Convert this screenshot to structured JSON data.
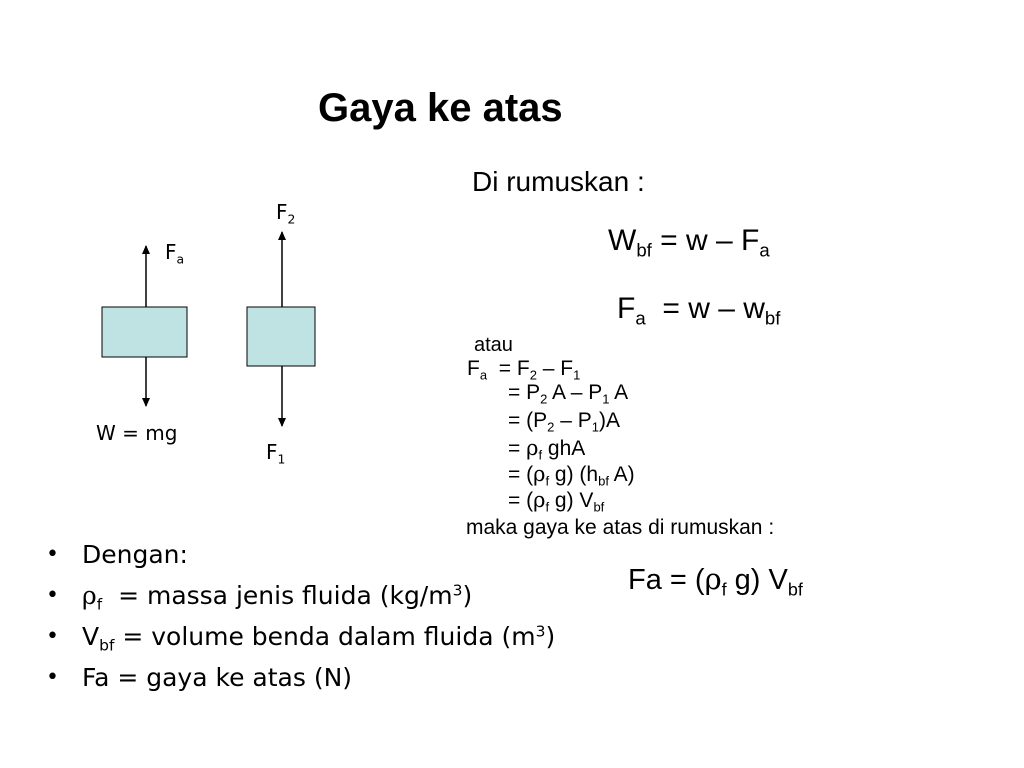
{
  "title": "Gaya ke atas",
  "dirumuskan": "Di rumuskan :",
  "diagram": {
    "label_fa": {
      "main": "F",
      "sub": "a"
    },
    "label_w": "W = mg",
    "label_f2": {
      "main": "F",
      "sub": "2"
    },
    "label_f1": {
      "main": "F",
      "sub": "1"
    },
    "box_color": "#bfe2e3"
  },
  "eq1": {
    "w": "W",
    "w_sub": "bf",
    "rest": " = w – F",
    "rest_sub": "a"
  },
  "eq2": {
    "f": "F",
    "f_sub": "a",
    "rest": "  = w – w",
    "rest_sub": "bf"
  },
  "atau": "atau",
  "derivation": {
    "l1": {
      "a": "F",
      "a_sub": "a",
      "b": "  = F",
      "b_sub": "2",
      "c": " – F",
      "c_sub": "1"
    },
    "l2": {
      "a": "= P",
      "a_sub": "2",
      "b": " A – P",
      "b_sub": "1",
      "c": " A"
    },
    "l3": {
      "a": "= (P",
      "a_sub": "2",
      "b": " – P",
      "b_sub": "1",
      "c": ")A"
    },
    "l4": {
      "a": "= ",
      "rho": "ρ",
      "rho_sub": "f",
      "b": " ghA"
    },
    "l5": {
      "a": "= (",
      "rho": "ρ",
      "rho_sub": "f",
      "b": " g) (h",
      "b_sub": "bf",
      "c": " A)"
    },
    "l6": {
      "a": "= (",
      "rho": "ρ",
      "rho_sub": "f",
      "b": " g) V",
      "b_sub": "bf"
    }
  },
  "maka": "maka gaya ke atas di rumuskan :",
  "final": {
    "a": "Fa = (",
    "rho": "ρ",
    "rho_sub": "f",
    "b": " g) V",
    "b_sub": "bf"
  },
  "bullets": {
    "dot": "•",
    "b1": "Dengan:",
    "b2": {
      "rho": "ρ",
      "rho_sub": "f",
      "text": "  = massa jenis fluida (kg/m",
      "sup": "3",
      "end": ")"
    },
    "b3": {
      "v": "V",
      "v_sub": "bf",
      "text": " = volume benda dalam fluida (m",
      "sup": "3",
      "end": ")"
    },
    "b4": "Fa = gaya ke atas (N)"
  }
}
